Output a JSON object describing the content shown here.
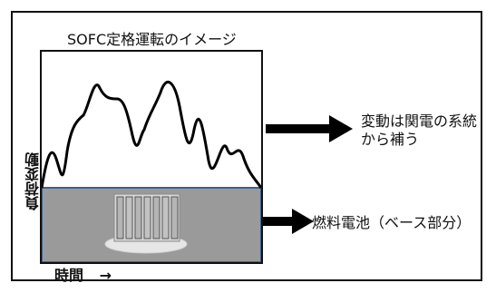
{
  "title": "SOFC定格運転のイメージ",
  "y_axis_label": "負荷変動",
  "x_axis_label": "時間",
  "x_arrow_glyph": "→",
  "annotations": {
    "variable_load": "変動は関電の系統から補う",
    "variable_load_line1": "変動は関電の系統",
    "variable_load_line2": "から補う",
    "base_load": "燃料電池（ベース部分）"
  },
  "colors": {
    "base_band": "#9a9a9a",
    "base_band_border": "#3f5f8f",
    "curve": "#000000",
    "arrow": "#000000"
  },
  "icons": {
    "fuel_cell_unit": "server-rack-icon"
  }
}
